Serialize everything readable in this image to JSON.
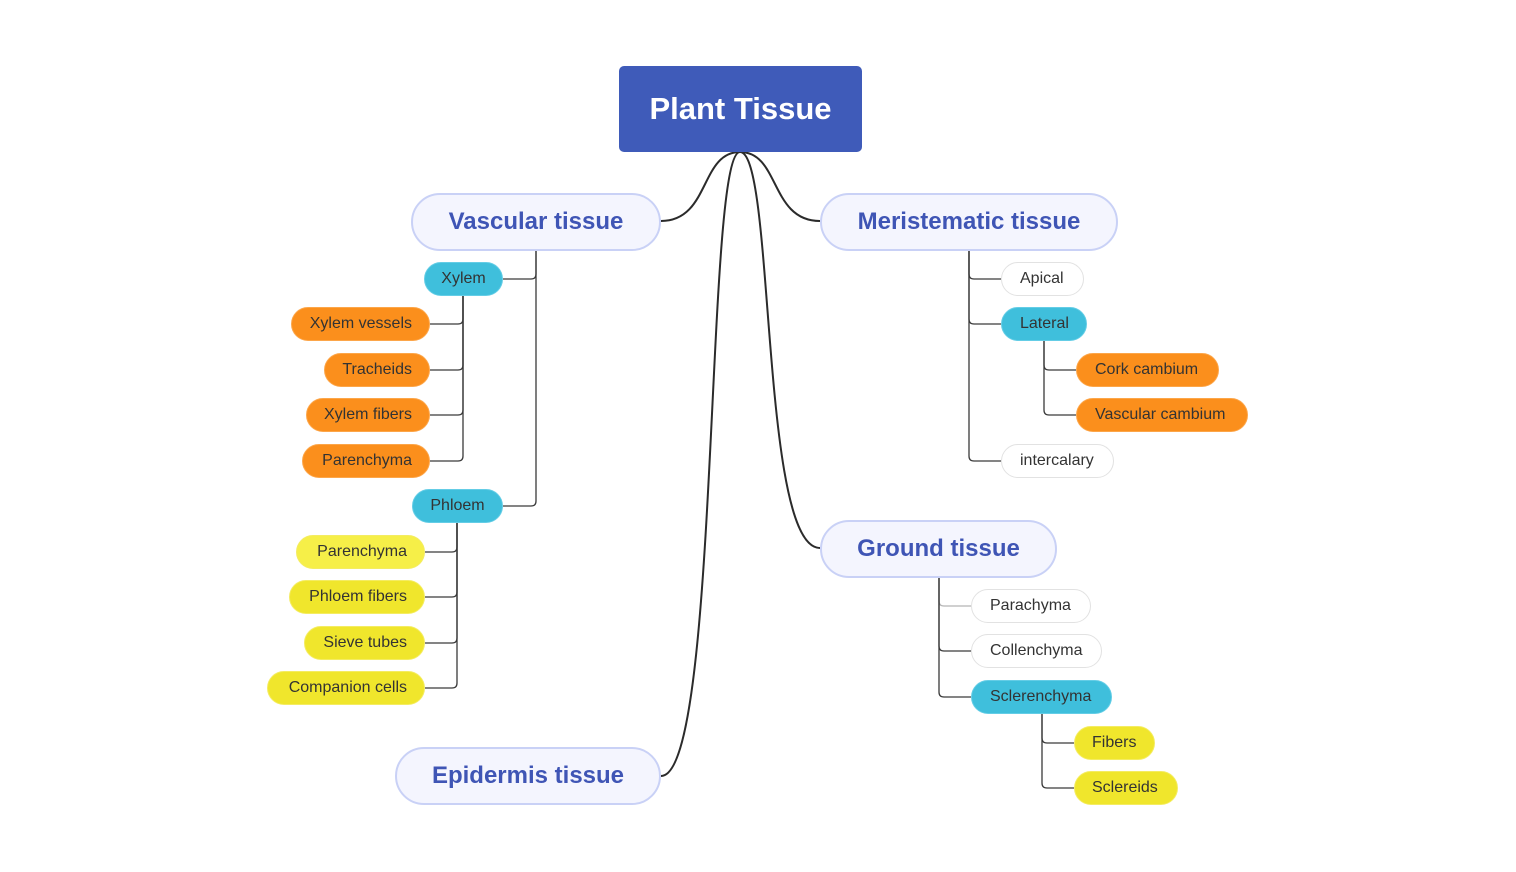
{
  "root": {
    "label": "Plant Tissue",
    "color": "#3f5bb9"
  },
  "branches": {
    "vascular": {
      "label": "Vascular tissue",
      "xylem": {
        "label": "Xylem",
        "children": [
          "Xylem vessels",
          "Tracheids",
          "Xylem fibers",
          "Parenchyma"
        ]
      },
      "phloem": {
        "label": "Phloem",
        "children": [
          "Parenchyma",
          "Phloem fibers",
          "Sieve tubes",
          "Companion cells"
        ]
      }
    },
    "meristematic": {
      "label": "Meristematic tissue",
      "apical": "Apical",
      "lateral": {
        "label": "Lateral",
        "children": [
          "Cork cambium",
          "Vascular cambium"
        ]
      },
      "intercalary": "intercalary"
    },
    "ground": {
      "label": "Ground tissue",
      "parachyma": "Parachyma",
      "collenchyma": "Collenchyma",
      "sclerenchyma": {
        "label": "Sclerenchyma",
        "children": [
          "Fibers",
          "Sclereids"
        ]
      }
    },
    "epidermis": {
      "label": "Epidermis tissue"
    }
  },
  "colors": {
    "main_text": "#3f55b5",
    "main_fill": "#f4f5fe",
    "cyan": "#3fbfdc",
    "orange": "#fb8f1c",
    "yellow": "#f0e62c"
  }
}
